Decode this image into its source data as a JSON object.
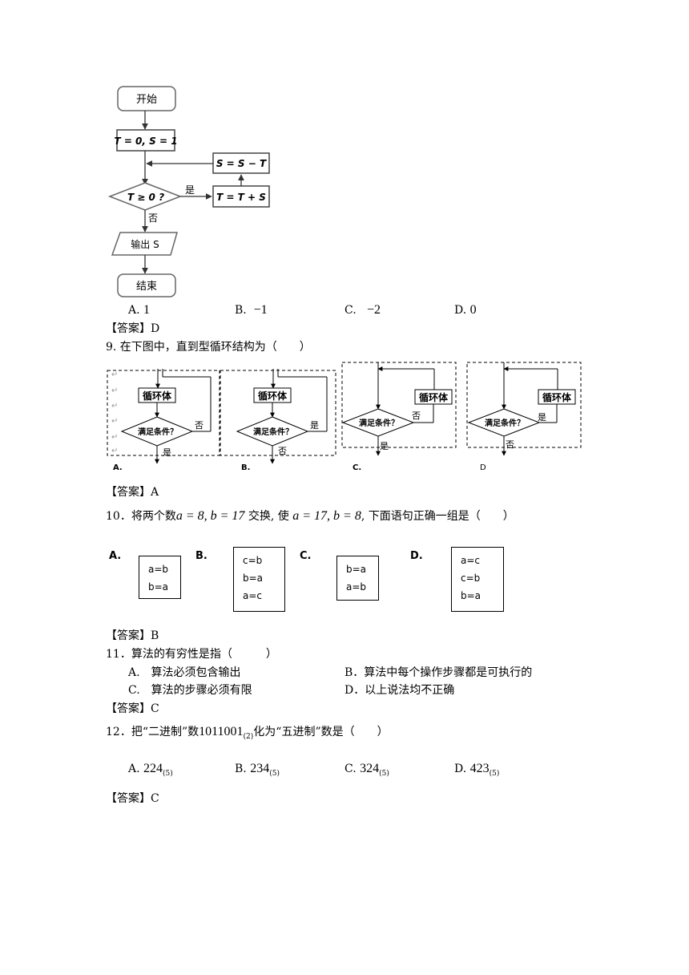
{
  "q8": {
    "flowchart": {
      "start": "开始",
      "init": "T = 0, S = 1",
      "update_s": "S = S − T",
      "cond": "T ≥ 0 ?",
      "yes": "是",
      "no": "否",
      "update_t": "T = T + S",
      "output": "输出 S",
      "end": "结束"
    },
    "options": [
      {
        "label": "A.",
        "value": "1"
      },
      {
        "label": "B.",
        "value": "−1"
      },
      {
        "label": "C.",
        "value": "−2"
      },
      {
        "label": "D.",
        "value": "0"
      }
    ],
    "answer": "【答案】D"
  },
  "q9": {
    "question": "9. 在下图中，直到型循环结构为（　　）",
    "diagrams": [
      {
        "label": "A.",
        "body": "循环体",
        "cond": "满足条件？",
        "side": "否",
        "exit": "是"
      },
      {
        "label": "B.",
        "body": "循环体",
        "cond": "满足条件？",
        "side": "是",
        "exit": "否"
      },
      {
        "label": "C.",
        "body": "循环体",
        "cond": "满足条件？",
        "side": "否",
        "exit": "是"
      },
      {
        "label": "D",
        "body": "循环体",
        "cond": "满足条件？",
        "side": "是",
        "exit": "否"
      }
    ],
    "answer": "【答案】A"
  },
  "q10": {
    "question_pre": "10．将两个数",
    "question_vals1": "a = 8, b = 17",
    "question_mid": " 交换, 使 ",
    "question_vals2": "a = 17, b = 8",
    "question_post": ", 下面语句正确一组是（　　）",
    "options": [
      {
        "label": "A.",
        "lines": [
          "a=b",
          "b=a"
        ]
      },
      {
        "label": "B.",
        "lines": [
          "c=b",
          "b=a",
          "a=c"
        ]
      },
      {
        "label": "C.",
        "lines": [
          "b=a",
          "a=b"
        ]
      },
      {
        "label": "D.",
        "lines": [
          "a=c",
          "c=b",
          "b=a"
        ]
      }
    ],
    "answer": "【答案】B"
  },
  "q11": {
    "question": "11．算法的有穷性是指（　　　）",
    "options": [
      "A.　算法必须包含输出",
      "B．算法中每个操作步骤都是可执行的",
      "C.　算法的步骤必须有限",
      "D．以上说法均不正确"
    ],
    "answer": "【答案】C"
  },
  "q12": {
    "question_pre": "12．把“二进制”数",
    "number": "1011001",
    "number_base": "(2)",
    "question_post": "化为“五进制”数是（　　）",
    "options": [
      {
        "label": "A.",
        "value": "224",
        "base": "(5)"
      },
      {
        "label": "B.",
        "value": "234",
        "base": "(5)"
      },
      {
        "label": "C.",
        "value": "324",
        "base": "(5)"
      },
      {
        "label": "D.",
        "value": "423",
        "base": "(5)"
      }
    ],
    "answer": "【答案】C"
  }
}
